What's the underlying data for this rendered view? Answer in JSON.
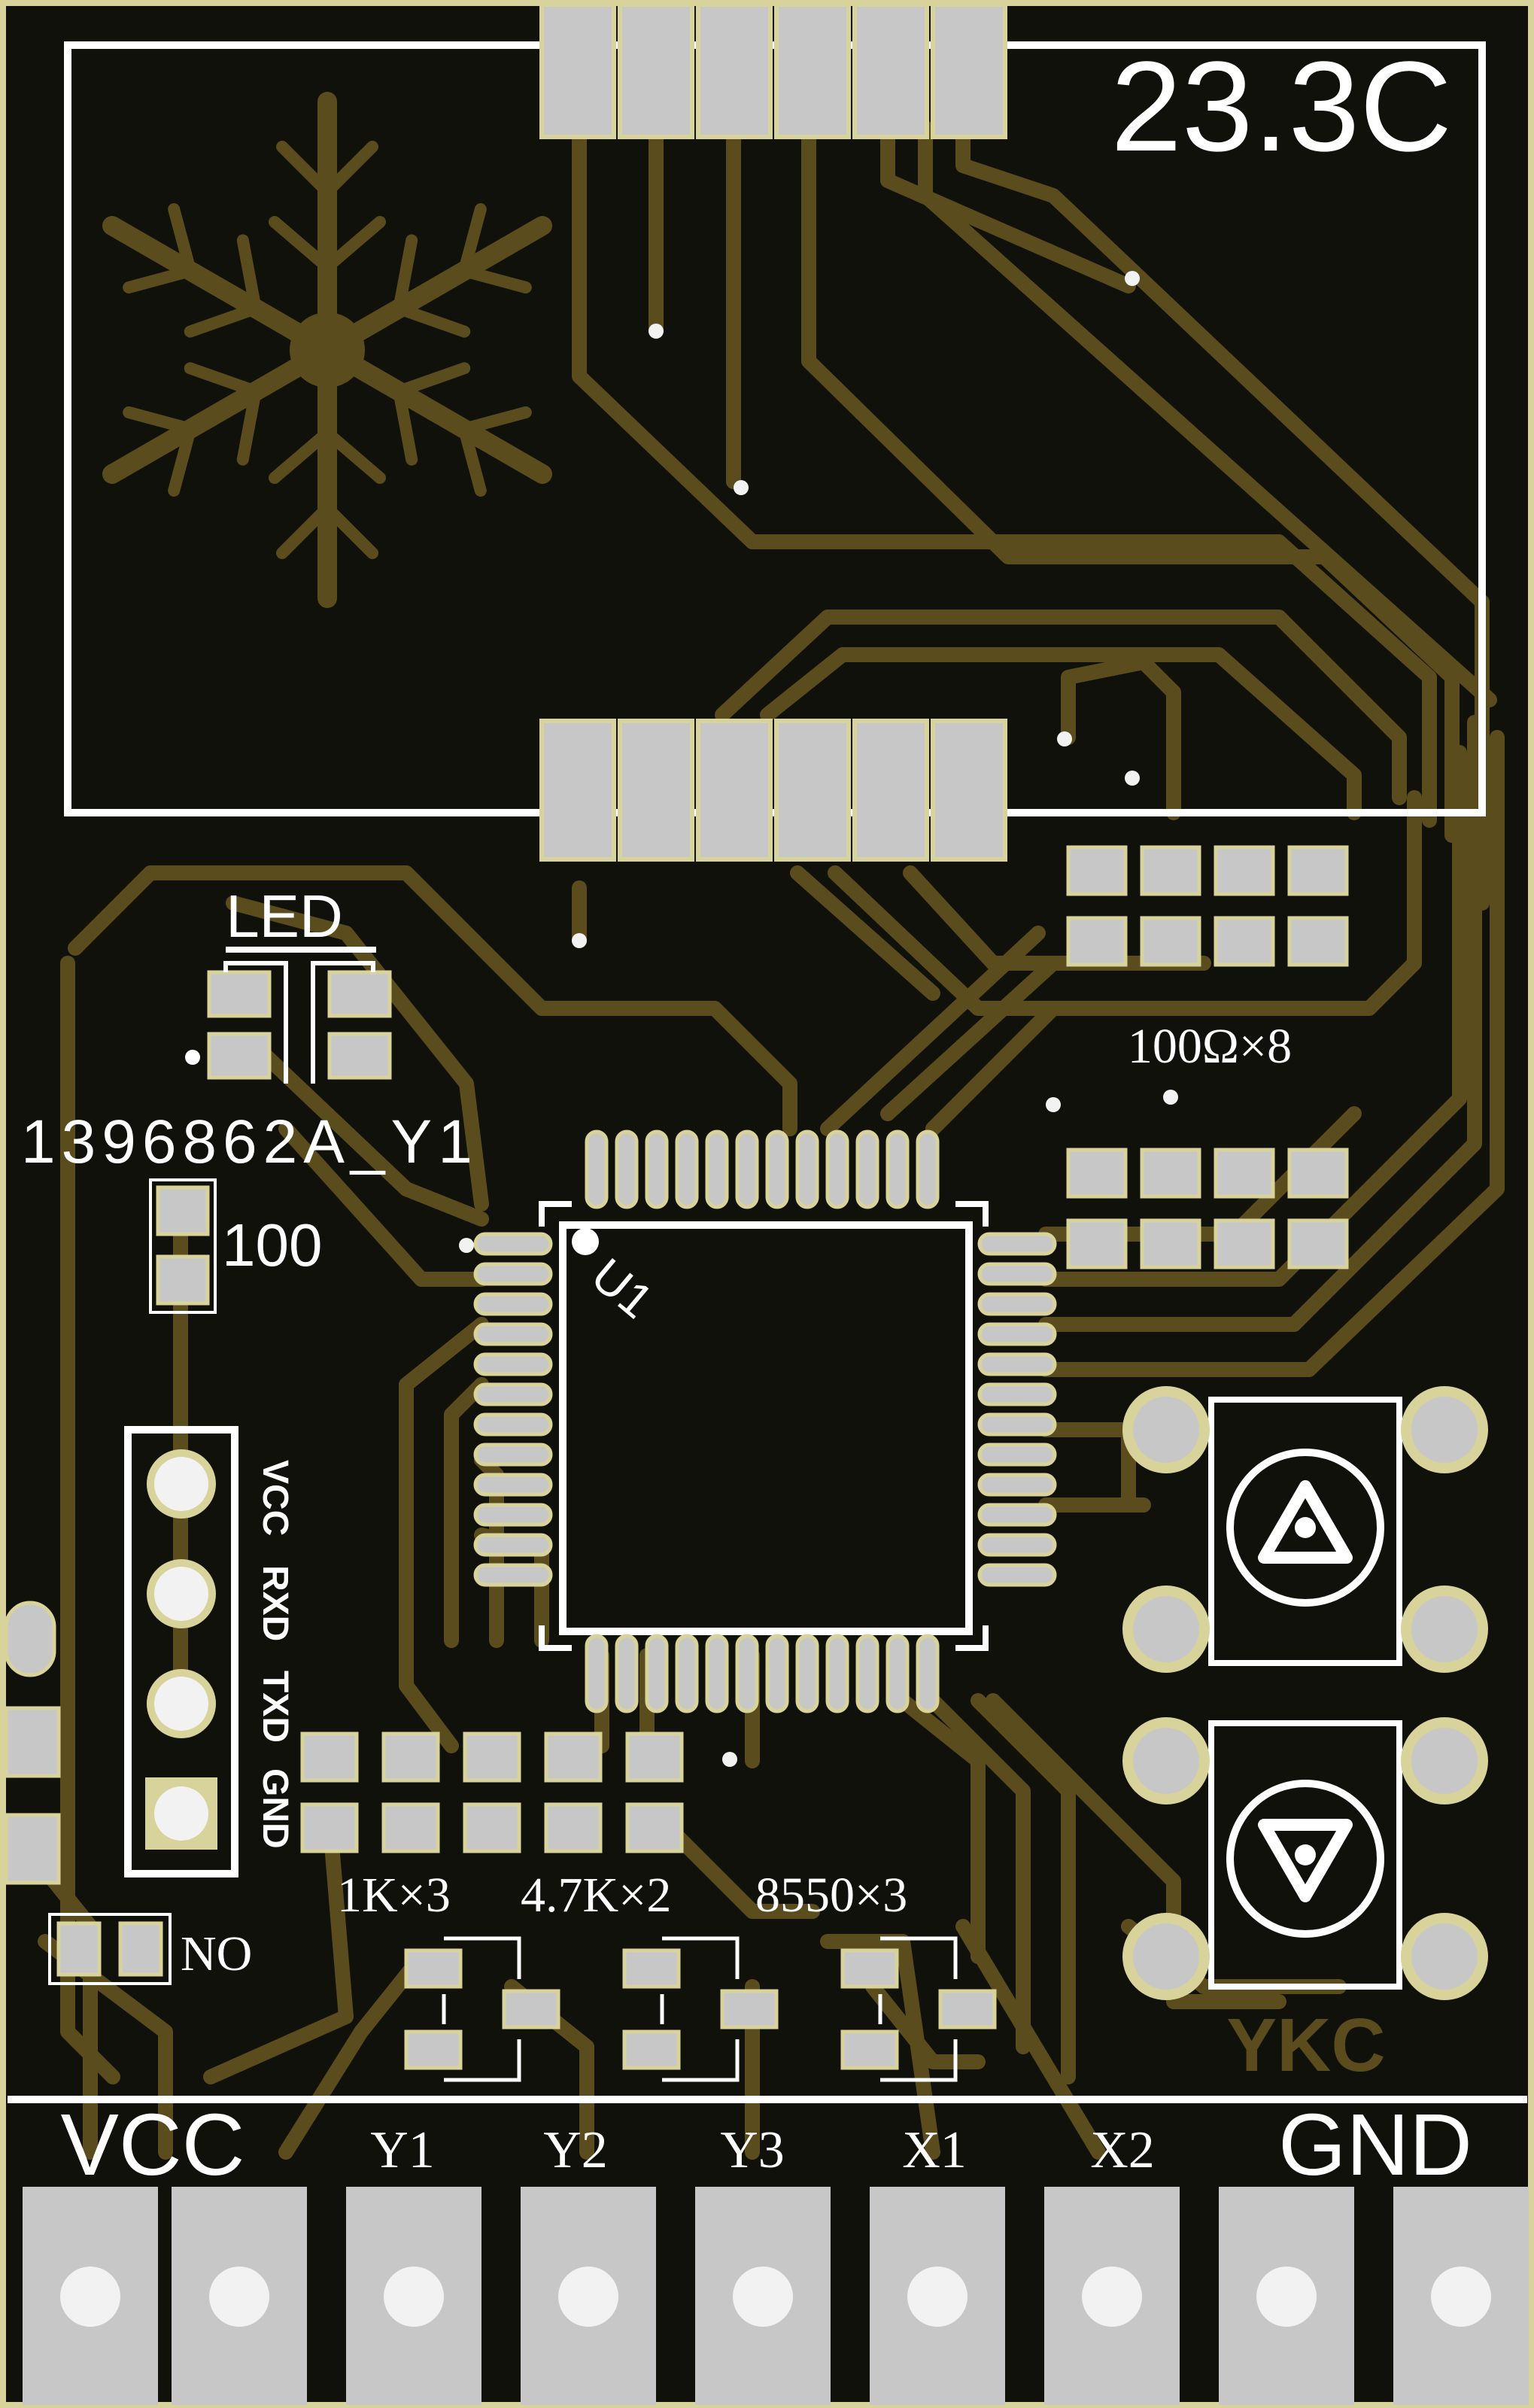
{
  "colors": {
    "board": "#11110c",
    "trace": "#5b4c1d",
    "pad": "#c7c7c7",
    "pad_ring": "#d8d39a",
    "silkscreen": "#ffffff",
    "drill": "#f2f2f2"
  },
  "display": {
    "temperature": "23.3C",
    "icon": "snowflake-icon"
  },
  "labels": {
    "led": "LED",
    "part_number": "1396862A_Y1",
    "r100": "100",
    "resistor_array": "100Ω×8",
    "mcu": "U1",
    "r1k": "1K×3",
    "r47k": "4.7K×2",
    "transistor": "8550×3",
    "no": "NO",
    "brand": "YKC"
  },
  "uart_header": [
    "VCC",
    "RXD",
    "TXD",
    "GND"
  ],
  "buttons": [
    {
      "name": "up-button",
      "icon": "up-arrow-icon"
    },
    {
      "name": "down-button",
      "icon": "down-arrow-icon"
    }
  ],
  "terminals": [
    "VCC",
    "Y1",
    "Y2",
    "Y3",
    "X1",
    "X2",
    "GND"
  ]
}
